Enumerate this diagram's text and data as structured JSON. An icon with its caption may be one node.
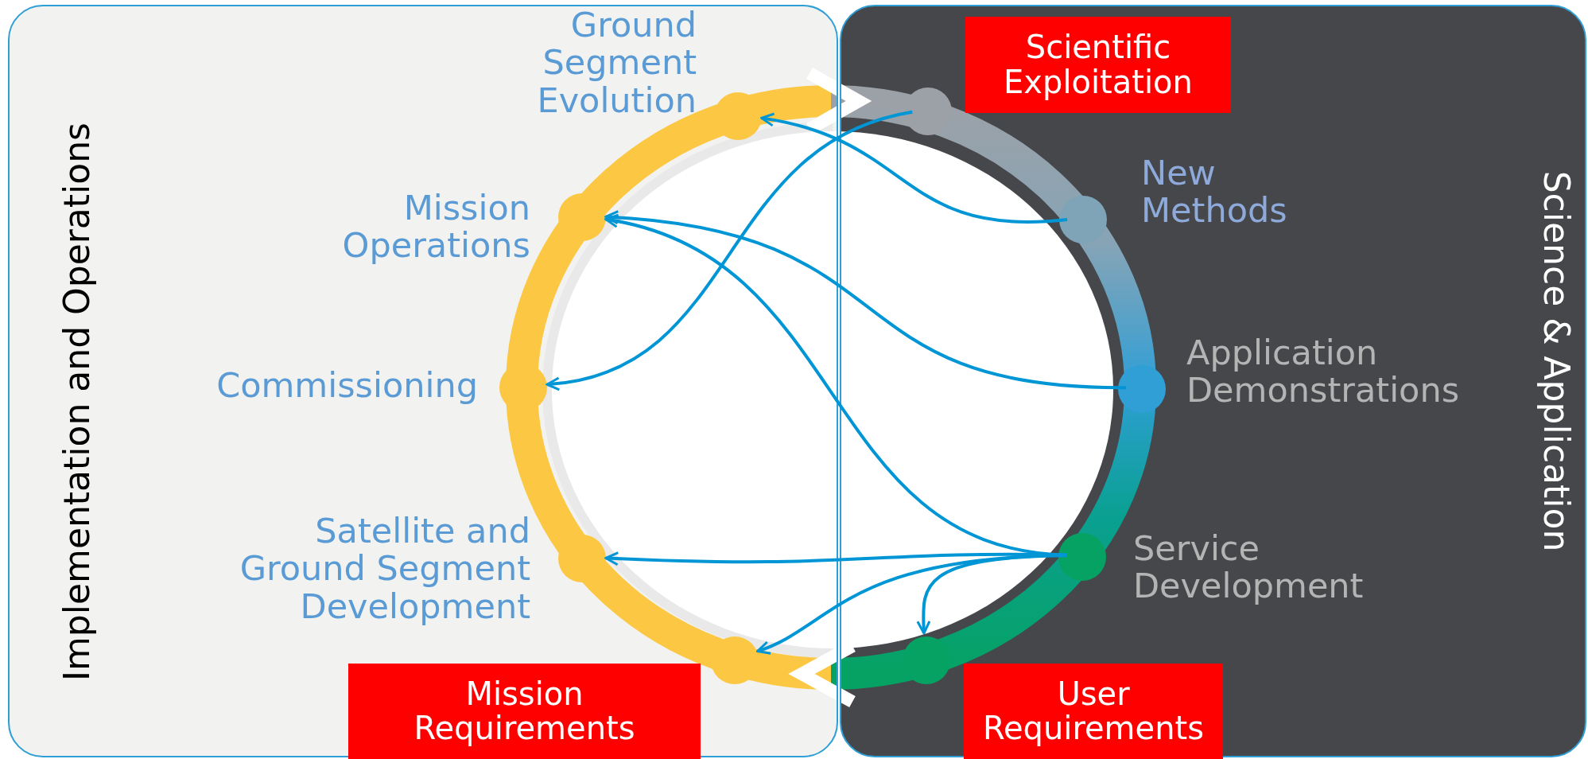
{
  "diagram": {
    "nodes": [
      {
        "text": [
          "Implementation and Operations"
        ]
      },
      {
        "text": [
          "Science & Application"
        ]
      },
      {
        "text": [],
        "shape": "circle",
        "in": 0,
        "beside": [
          "Ground Segment Evolution"
        ]
      },
      {
        "text": [],
        "shape": "circle",
        "in": 0,
        "beside": [
          "Mission Operations"
        ]
      },
      {
        "text": [],
        "shape": "circle",
        "in": 0,
        "beside": [
          "Commissioning"
        ]
      },
      {
        "text": [],
        "shape": "circle",
        "in": 0,
        "beside": [
          "Satellite and Ground Segment Development"
        ]
      },
      {
        "text": [],
        "shape": "circle",
        "in": 0
      },
      {
        "text": [
          "Mission Requirements"
        ],
        "in": 0
      },
      {
        "text": [],
        "shape": "circle",
        "in": 1
      },
      {
        "text": [
          "Scientific Exploitation"
        ],
        "in": 1
      },
      {
        "text": [],
        "shape": "circle",
        "in": 1,
        "beside": [
          "New Methods"
        ]
      },
      {
        "text": [],
        "shape": "circle",
        "in": 1,
        "beside": [
          "Application Demonstrations"
        ]
      },
      {
        "text": [],
        "shape": "circle",
        "in": 1,
        "beside": [
          "Service Development"
        ]
      },
      {
        "text": [],
        "shape": "circle",
        "in": 1
      },
      {
        "text": [
          "User Requirements"
        ],
        "in": 1
      }
    ],
    "edges": [
      {
        "from": 10,
        "to": 2,
        "arrow": "to"
      },
      {
        "from": 8,
        "to": 4,
        "arrow": "to"
      },
      {
        "from": 11,
        "to": 3,
        "arrow": "to"
      },
      {
        "from": 12,
        "to": 3,
        "arrow": "to"
      },
      {
        "from": 12,
        "to": 5,
        "arrow": "to"
      },
      {
        "from": 12,
        "to": 6,
        "arrow": "to"
      },
      {
        "from": 12,
        "to": 13,
        "arrow": "to"
      }
    ]
  }
}
